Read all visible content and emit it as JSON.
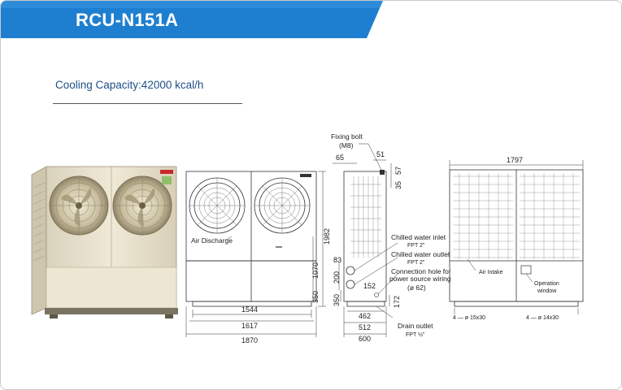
{
  "header": {
    "title": "RCU-N151A",
    "accent": "#1e7fd0",
    "accent_dark": "#1565b5"
  },
  "spec": {
    "capacity": "Cooling Capacity:42000 kcal/h"
  },
  "drawing": {
    "front": {
      "air_discharge": "Air Discharge",
      "dim_1544": "1544",
      "dim_1617": "1617",
      "dim_1870": "1870",
      "dim_1070": "1070",
      "dim_1982": "1982",
      "dim_350": "350"
    },
    "side": {
      "fixing_bolt": "Fixing bolt",
      "fixing_bolt_size": "(M8)",
      "dim_65": "65",
      "dim_51": "51",
      "dim_35": "35",
      "dim_57": "57",
      "dim_83": "83",
      "dim_200": "200",
      "dim_152": "152",
      "dim_172": "172",
      "dim_462": "462",
      "dim_512": "512",
      "dim_600": "600",
      "chilled_inlet": "Chilled water inlet",
      "chilled_inlet_fpt": "FPT  2\"",
      "chilled_outlet": "Chilled water outlet",
      "chilled_outlet_fpt": "FPT  2\"",
      "connection_hole_1": "Connection hole for",
      "connection_hole_2": "power source wiring",
      "connection_hole_dia": "(ø 62)",
      "drain_outlet": "Drain outlet",
      "drain_fpt": "FPT ½\""
    },
    "rear": {
      "dim_1797": "1797",
      "air_intake": "Air Intake",
      "operation_1": "Operation",
      "operation_2": "window",
      "holes_left": "4 — ø 15x30",
      "holes_right": "4 — ø 14x30"
    }
  }
}
